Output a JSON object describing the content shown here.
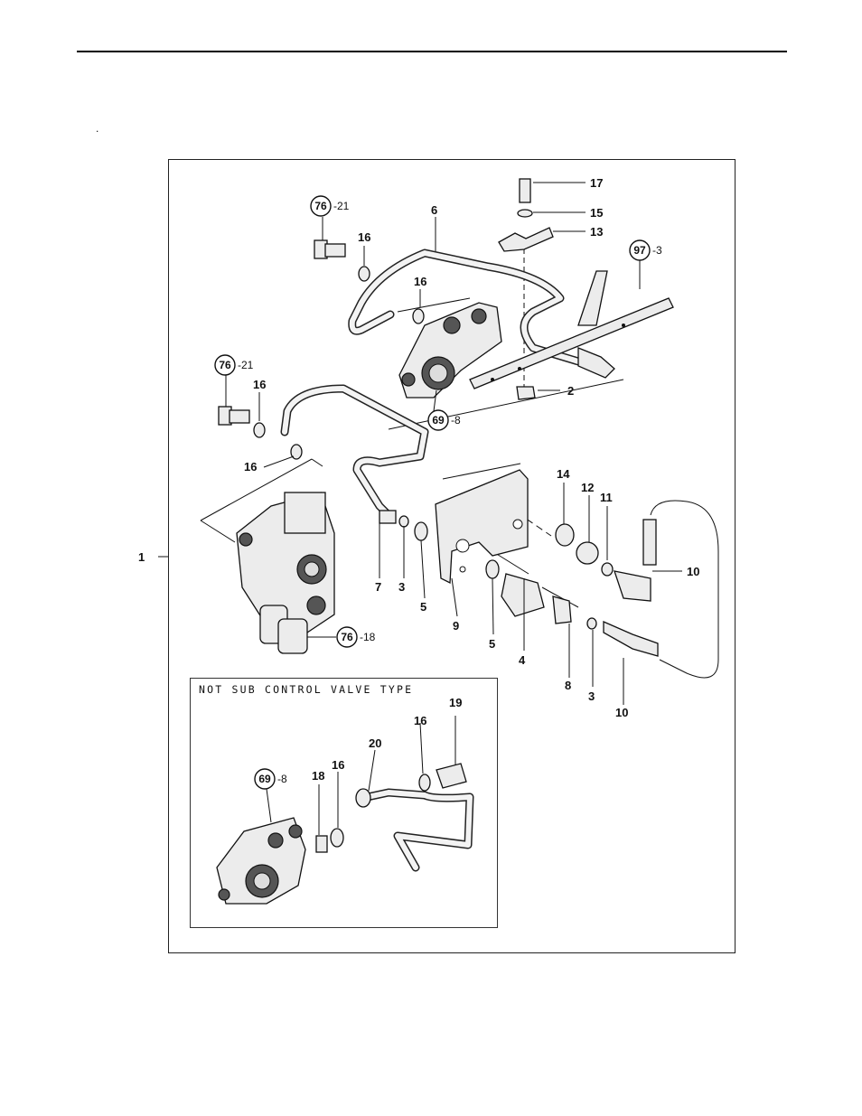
{
  "header": {
    "dot": "."
  },
  "inset": {
    "title": "NOT SUB CONTROL VALVE TYPE"
  },
  "callouts": {
    "c1": "1",
    "c2": "2",
    "c3a": "3",
    "c3b": "3",
    "c4": "4",
    "c5a": "5",
    "c5b": "5",
    "c6": "6",
    "c7": "7",
    "c8": "8",
    "c9": "9",
    "c10a": "10",
    "c10b": "10",
    "c11": "11",
    "c12": "12",
    "c13": "13",
    "c14": "14",
    "c15": "15",
    "c16a": "16",
    "c16b": "16",
    "c16c": "16",
    "c16d": "16",
    "c17": "17",
    "c16e": "16",
    "c16f": "16",
    "c18": "18",
    "c19": "19",
    "c20": "20"
  },
  "refs": {
    "r76a": {
      "num": "76",
      "suffix": "-21"
    },
    "r76b": {
      "num": "76",
      "suffix": "-21"
    },
    "r76c": {
      "num": "76",
      "suffix": "-18"
    },
    "r69a": {
      "num": "69",
      "suffix": "-8"
    },
    "r69b": {
      "num": "69",
      "suffix": "-8"
    },
    "r97": {
      "num": "97",
      "suffix": "-3"
    }
  }
}
